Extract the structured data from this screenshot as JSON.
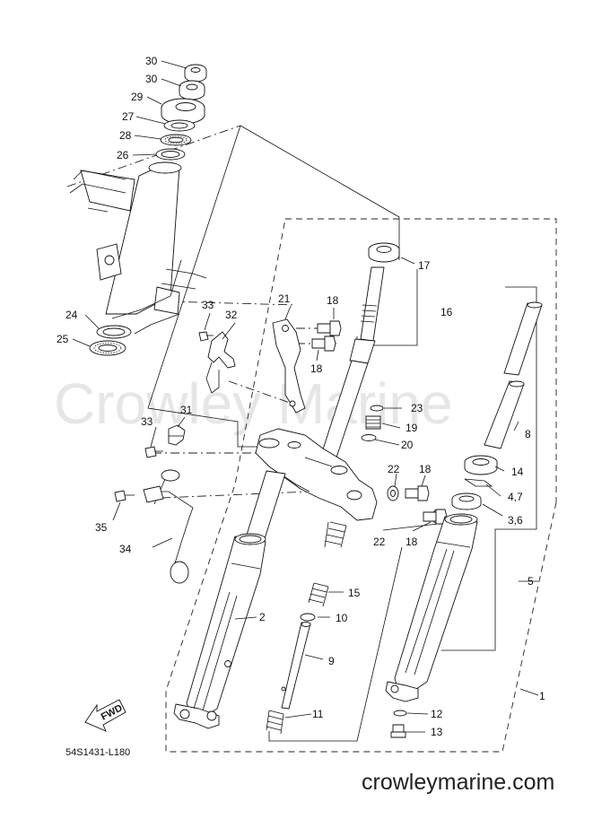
{
  "diagram": {
    "part_code": "54S1431-L180",
    "watermark": "Crowley Marine",
    "website": "crowleymarine.com",
    "fwd_label": "FWD",
    "callouts": [
      {
        "id": "c30a",
        "text": "30"
      },
      {
        "id": "c30b",
        "text": "30"
      },
      {
        "id": "c29",
        "text": "29"
      },
      {
        "id": "c27",
        "text": "27"
      },
      {
        "id": "c28",
        "text": "28"
      },
      {
        "id": "c26",
        "text": "26"
      },
      {
        "id": "c24",
        "text": "24"
      },
      {
        "id": "c25",
        "text": "25"
      },
      {
        "id": "c17",
        "text": "17"
      },
      {
        "id": "c16",
        "text": "16"
      },
      {
        "id": "c21",
        "text": "21"
      },
      {
        "id": "c18a",
        "text": "18"
      },
      {
        "id": "c18b",
        "text": "18"
      },
      {
        "id": "c33a",
        "text": "33"
      },
      {
        "id": "c32",
        "text": "32"
      },
      {
        "id": "c23",
        "text": "23"
      },
      {
        "id": "c19",
        "text": "19"
      },
      {
        "id": "c20",
        "text": "20"
      },
      {
        "id": "c8",
        "text": "8"
      },
      {
        "id": "c33b",
        "text": "33"
      },
      {
        "id": "c31",
        "text": "31"
      },
      {
        "id": "c22a",
        "text": "22"
      },
      {
        "id": "c18c",
        "text": "18"
      },
      {
        "id": "c14",
        "text": "14"
      },
      {
        "id": "c47",
        "text": "4,7"
      },
      {
        "id": "c36",
        "text": "3,6"
      },
      {
        "id": "c35",
        "text": "35"
      },
      {
        "id": "c22b",
        "text": "22"
      },
      {
        "id": "c18d",
        "text": "18"
      },
      {
        "id": "c34",
        "text": "34"
      },
      {
        "id": "c5",
        "text": "5"
      },
      {
        "id": "c15",
        "text": "15"
      },
      {
        "id": "c2",
        "text": "2"
      },
      {
        "id": "c10",
        "text": "10"
      },
      {
        "id": "c9",
        "text": "9"
      },
      {
        "id": "c1",
        "text": "1"
      },
      {
        "id": "c11",
        "text": "11"
      },
      {
        "id": "c12",
        "text": "12"
      },
      {
        "id": "c13",
        "text": "13"
      }
    ]
  }
}
